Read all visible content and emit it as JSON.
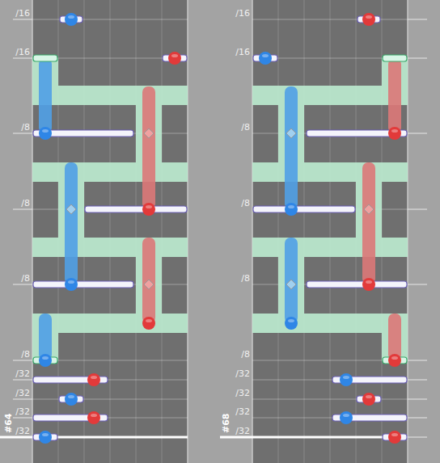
{
  "diagram": {
    "labels": [
      "/16",
      "/16",
      "/8",
      "/8",
      "/8",
      "/8",
      "/32",
      "/32",
      "/32",
      "/32",
      "#64",
      "/16",
      "/16",
      "/8",
      "/8",
      "/8",
      "/8",
      "/32",
      "/32",
      "/32",
      "/32",
      "#68"
    ]
  }
}
